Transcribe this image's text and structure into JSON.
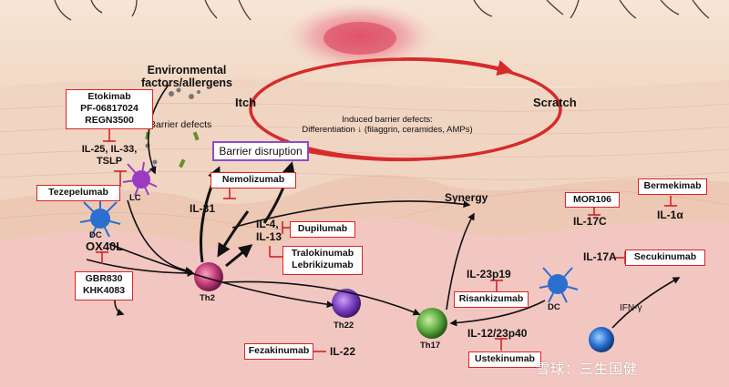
{
  "top": {
    "env_label_line1": "Environmental",
    "env_label_line2": "factors/allergens",
    "barrier_defects": "Barrier defects",
    "itch": "Itch",
    "scratch": "Scratch",
    "induced_line1": "Induced barrier defects:",
    "induced_line2": "Differentiation ↓ (filaggrin, ceramides, AMPs)",
    "barrier_disruption": "Barrier disruption"
  },
  "drugs": {
    "etokimab_group": [
      "Etokimab",
      "PF-06817024",
      "REGN3500"
    ],
    "tezepelumab": "Tezepelumab",
    "gbr_group": [
      "GBR830",
      "KHK4083"
    ],
    "nemolizumab": "Nemolizumab",
    "dupilumab": "Dupilumab",
    "tral_group": [
      "Tralokinumab",
      "Lebrikizumab"
    ],
    "fezakinumab": "Fezakinumab",
    "risankizumab": "Risankizumab",
    "ustekinumab": "Ustekinumab",
    "mor106": "MOR106",
    "bermekimab": "Bermekimab",
    "secukinumab": "Secukinumab"
  },
  "cytokines": {
    "il25_line1": "IL-25, IL-33,",
    "il25_line2": "TSLP",
    "il31": "IL-31",
    "il4_line1": "IL-4,",
    "il4_line2": "IL-13",
    "ox40l": "OX40L",
    "il22": "IL-22",
    "il23p19": "IL-23p19",
    "il1223p40": "IL-12/23p40",
    "il17c": "IL-17C",
    "il1a": "IL-1α",
    "il17a": "IL-17A",
    "ifng": "IFN-γ",
    "synergy": "Synergy"
  },
  "cells": {
    "lc": "LC",
    "dc_left": "DC",
    "th2": "Th2",
    "th22": "Th22",
    "th17": "Th17",
    "dc_right": "DC"
  },
  "watermark": "雪球：三生国健",
  "colors": {
    "inhibitor_red": "#d22222",
    "barrier_box_border": "#8a4fc9",
    "cycle_red": "#d62b2b"
  }
}
